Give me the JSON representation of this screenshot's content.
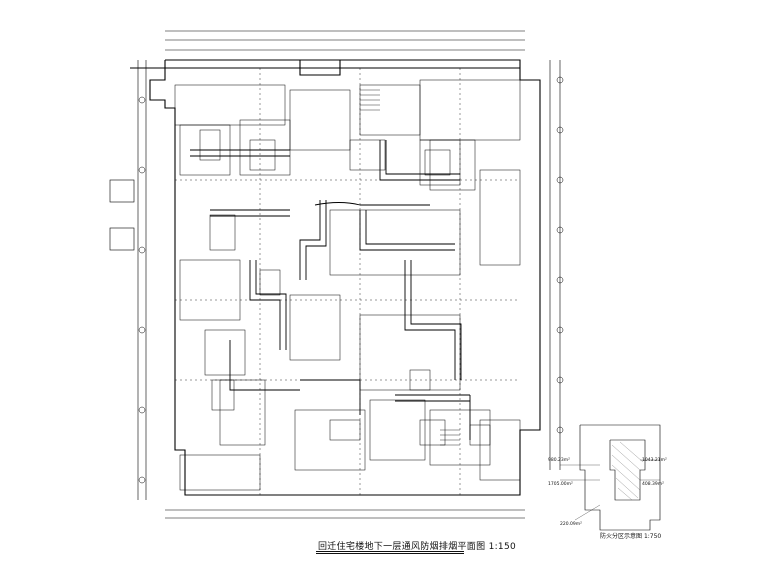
{
  "drawing": {
    "title": "回迁住宅楼地下一层通风防烟排烟平面图",
    "scale": "1:150"
  },
  "key_plan": {
    "title": "防火分区示意图",
    "scale": "1:750",
    "zone_areas": [
      "980.23m²",
      "1043.21m²",
      "1705.00m²",
      "408.39m²",
      "220.09m²"
    ]
  },
  "colors": {
    "line": "#000000",
    "paper": "#ffffff",
    "hatch": "#555555"
  }
}
